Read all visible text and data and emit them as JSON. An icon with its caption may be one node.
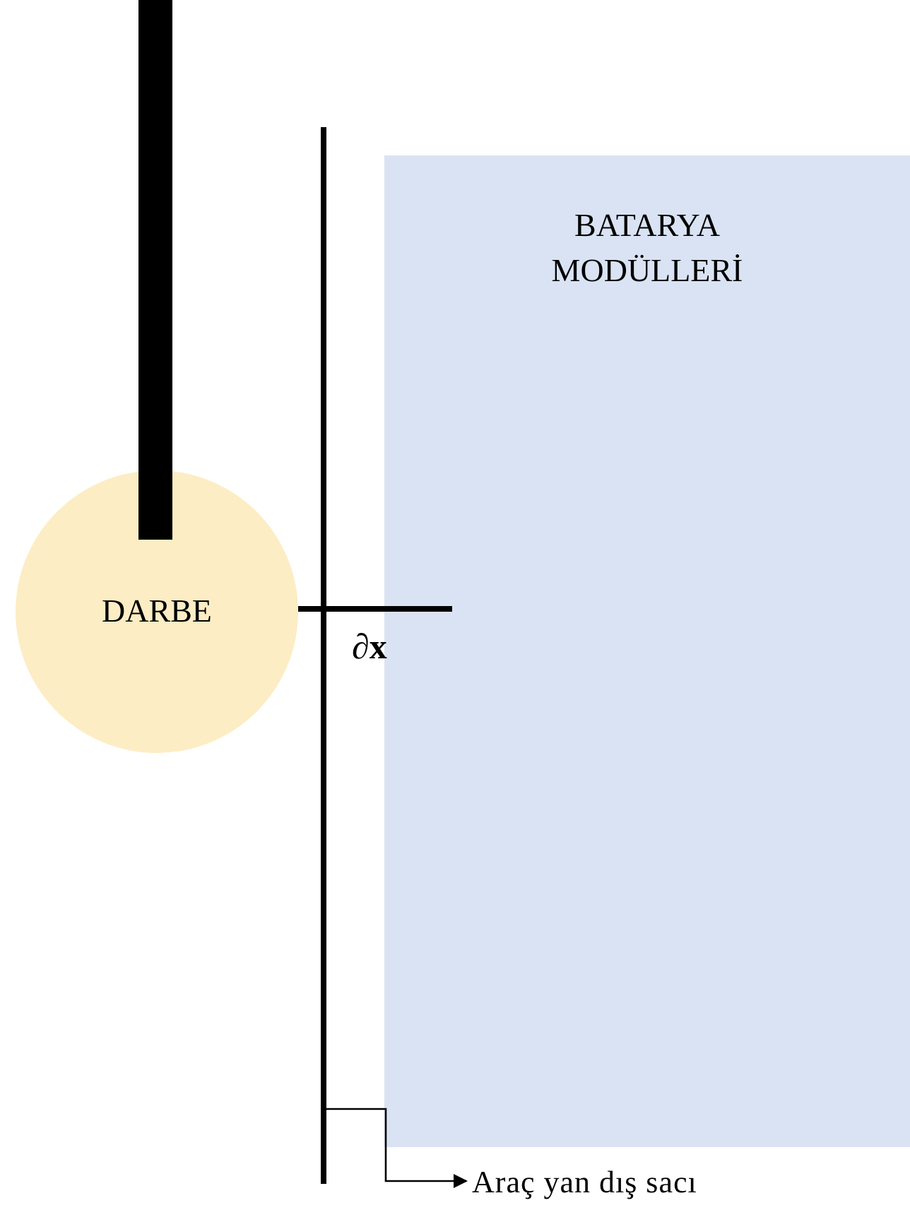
{
  "diagram": {
    "nodes": [
      {
        "text": [
          "DARBE"
        ]
      },
      {
        "text": [
          "BATARYA MODÜLLERİ"
        ]
      },
      {
        "text": [
          "Araç yan dış sacı"
        ]
      },
      {
        "text": [],
        "shape": "bar"
      },
      {
        "text": [],
        "shape": "bar"
      }
    ],
    "edges": [
      {
        "from": 4,
        "to": 2,
        "arrow": "to"
      }
    ],
    "labels": [
      "∂x"
    ]
  }
}
